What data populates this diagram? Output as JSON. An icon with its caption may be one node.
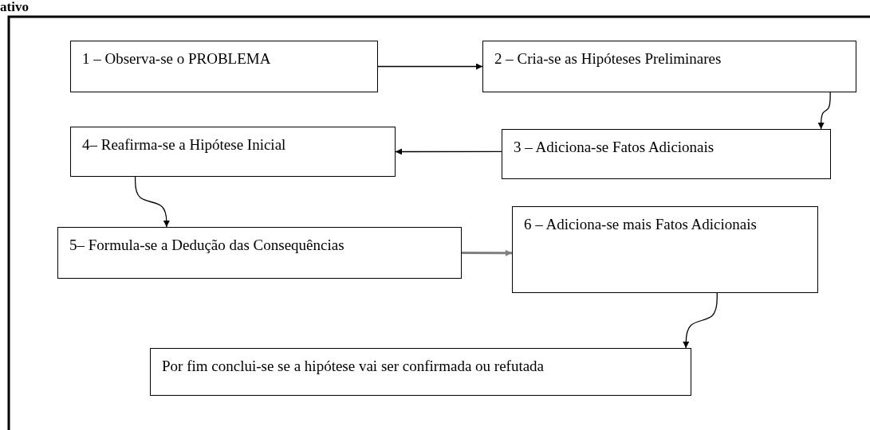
{
  "diagram": {
    "nodes": [
      {
        "text": [
          "1 – Observa-se o PROBLEMA"
        ]
      },
      {
        "text": [
          "2 – Cria-se as Hipóteses Preliminares"
        ]
      },
      {
        "text": [
          "3 – Adiciona-se Fatos Adicionais"
        ]
      },
      {
        "text": [
          "4– Reafirma-se a Hipótese Inicial"
        ]
      },
      {
        "text": [
          "5– Formula-se a Dedução das Consequências"
        ]
      },
      {
        "text": [
          "6 – Adiciona-se mais Fatos Adicionais"
        ]
      },
      {
        "text": [
          "Por fim conclui-se se a hipótese vai ser confirmada ou refutada"
        ]
      }
    ],
    "edges": [
      {
        "from": 0,
        "to": 1,
        "arrow": "to"
      },
      {
        "from": 1,
        "to": 2,
        "arrow": "to"
      },
      {
        "from": 2,
        "to": 3,
        "arrow": "to"
      },
      {
        "from": 3,
        "to": 4,
        "arrow": "to"
      },
      {
        "from": 4,
        "to": 5,
        "arrow": "to",
        "color": "#808080",
        "style": "thick"
      },
      {
        "from": 5,
        "to": 6,
        "arrow": "to"
      }
    ],
    "labels": [
      "ativo"
    ]
  }
}
